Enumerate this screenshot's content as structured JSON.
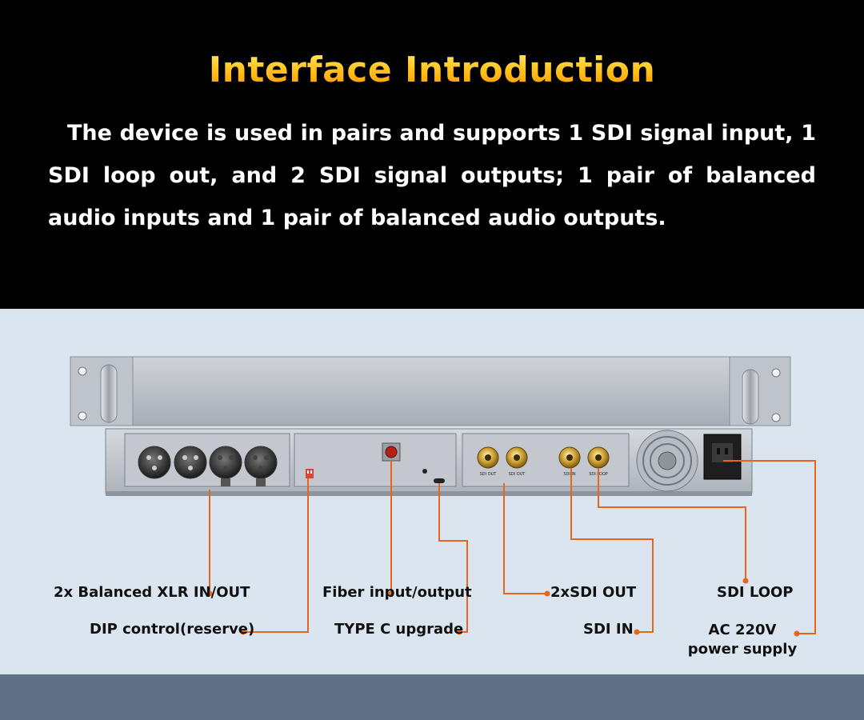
{
  "header": {
    "title": "Interface Introduction",
    "description": "The device is used in pairs and supports 1 SDI signal input, 1 SDI loop out, and 2 SDI signal outputs; 1 pair of balanced audio inputs and 1 pair of balanced audio outputs."
  },
  "device": {
    "port_labels": {
      "sdi_out_1": "SDI OUT",
      "sdi_out_2": "SDI OUT",
      "sdi_in": "SDI IN",
      "sdi_loop": "SDI LOOP"
    }
  },
  "callouts": {
    "xlr": "2x Balanced XLR IN/OUT",
    "dip": "DIP control(reserve)",
    "fiber": "Fiber input/output",
    "typec": "TYPE C upgrade",
    "sdi_out": "2xSDI OUT",
    "sdi_in": "SDI IN",
    "sdi_loop": "SDI LOOP",
    "ac_line1": "AC 220V",
    "ac_line2": "power supply"
  },
  "colors": {
    "header_bg": "#000000",
    "callout_line": "#e8651c",
    "panel_bg": "#dbe5ef",
    "footer_bar": "#5f7087"
  }
}
